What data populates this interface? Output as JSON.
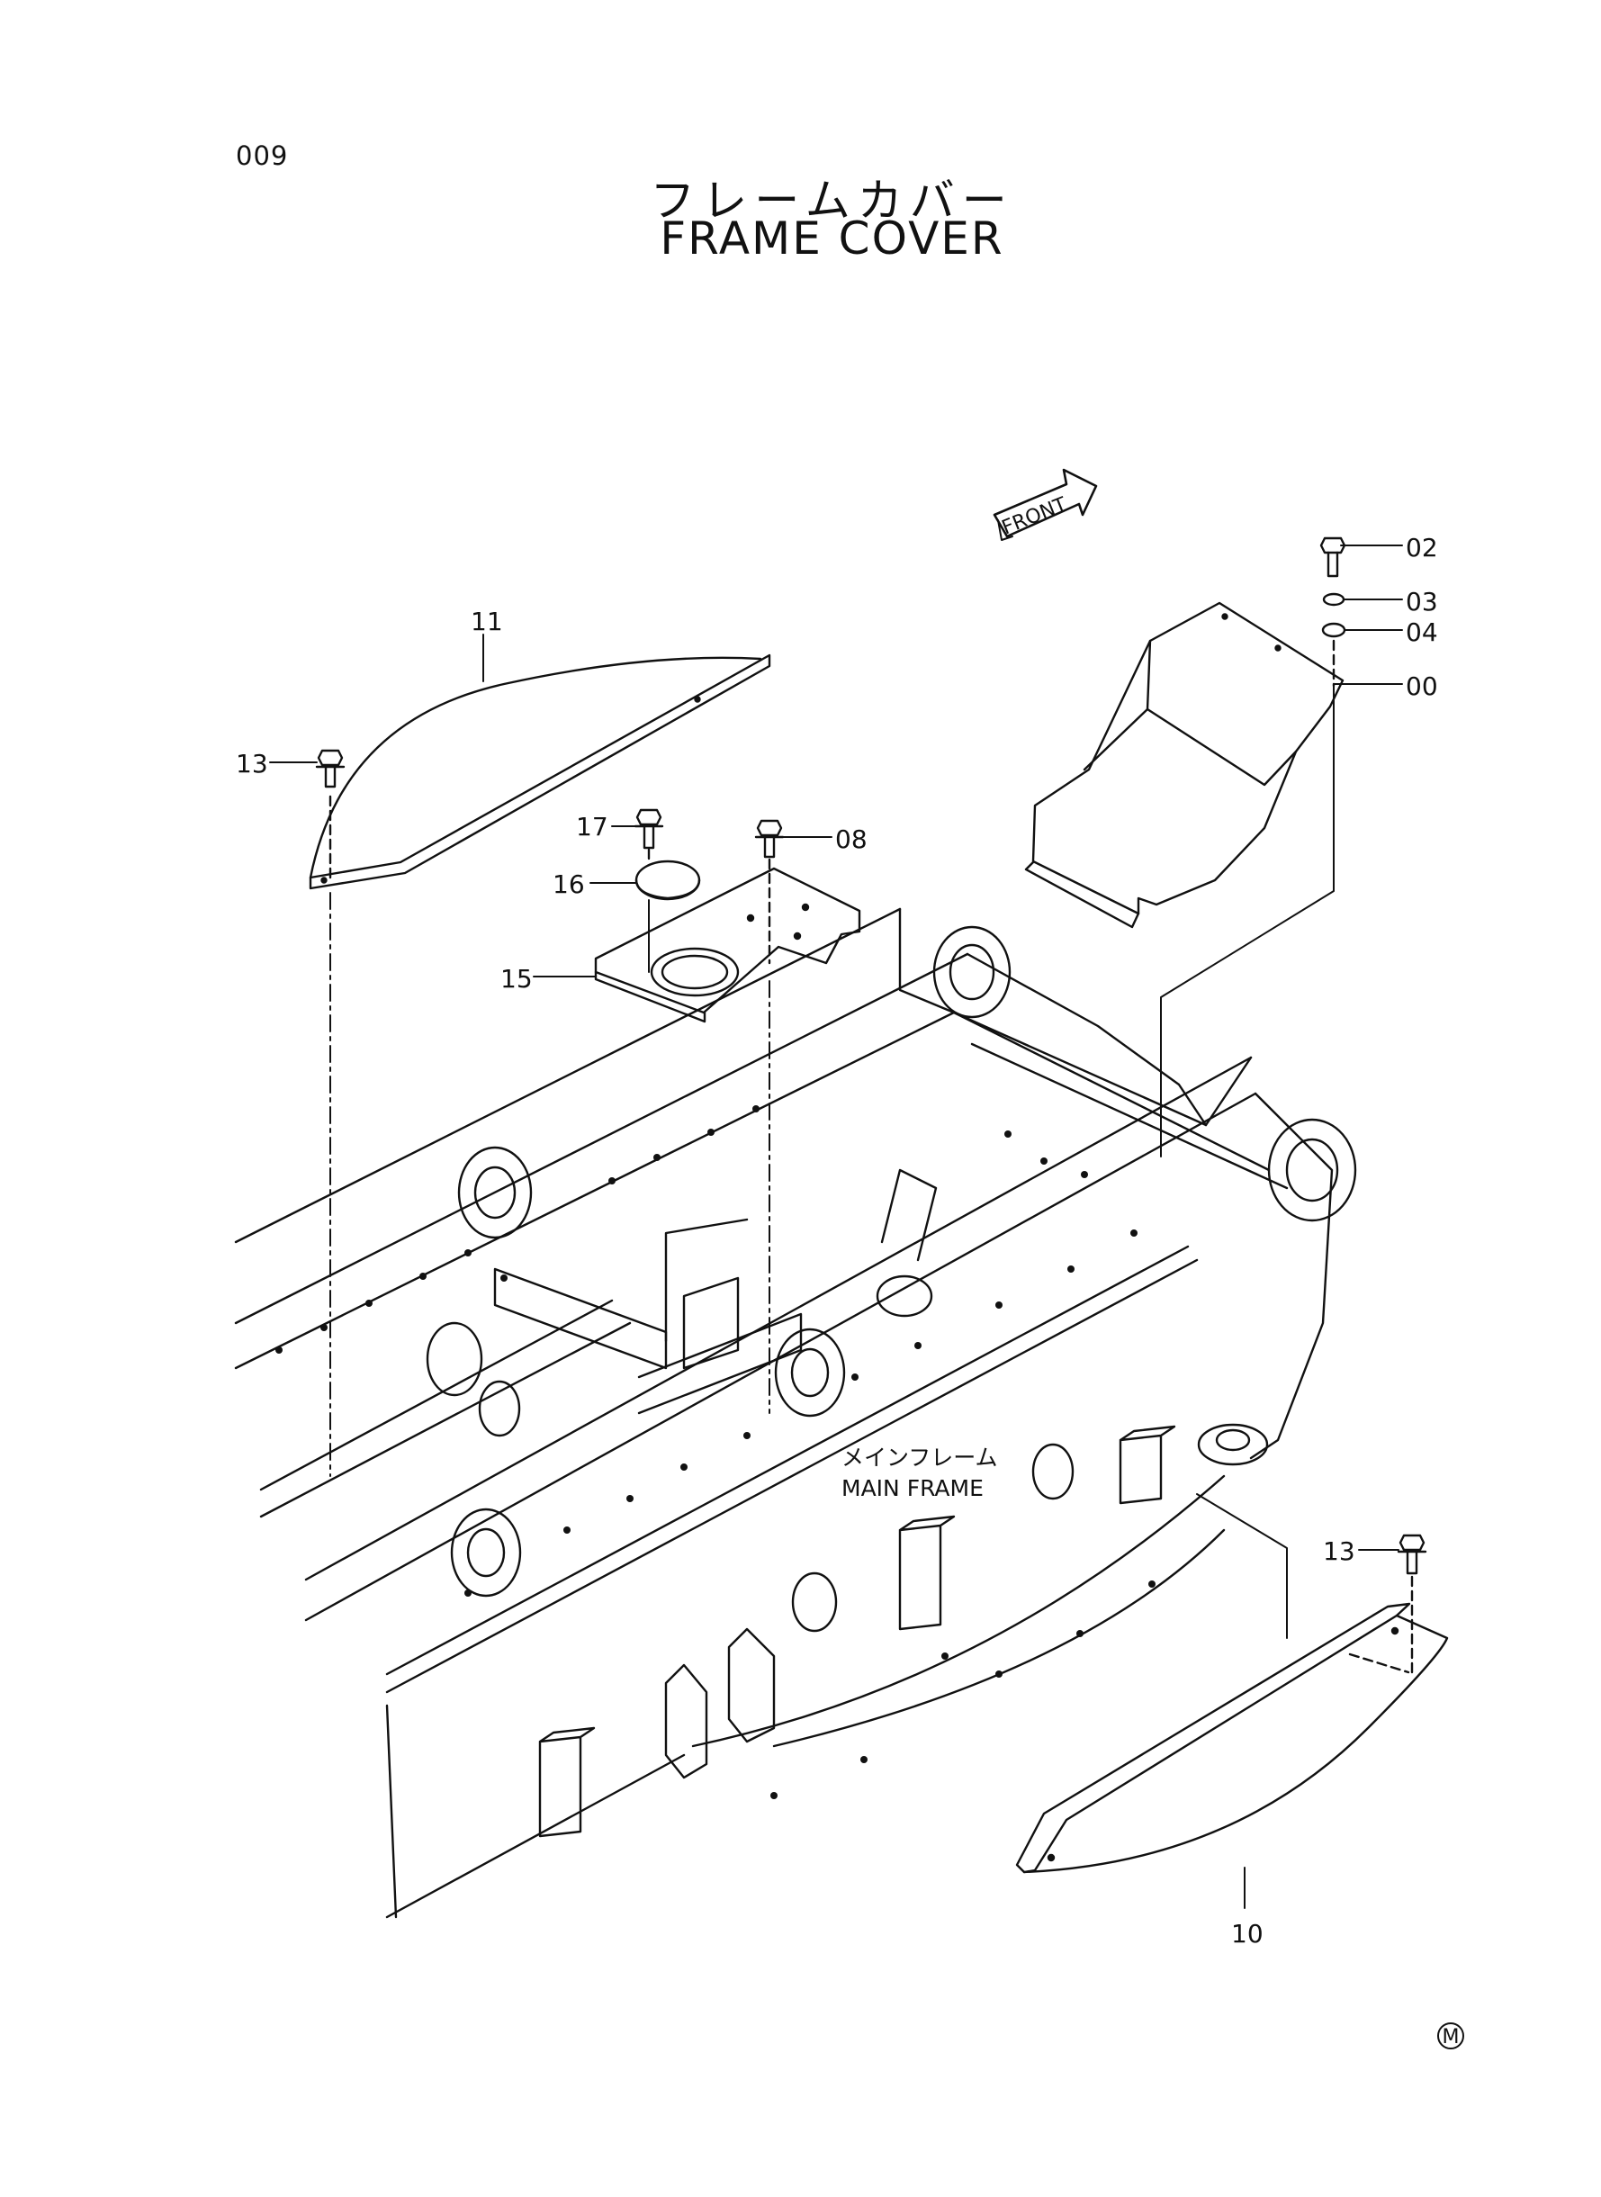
{
  "page": {
    "number": "009"
  },
  "title": {
    "japanese": "フレームカバー",
    "english": "FRAME COVER"
  },
  "direction_arrow": {
    "label": "FRONT"
  },
  "main_frame_label": {
    "japanese": "メインフレーム",
    "english": "MAIN FRAME"
  },
  "callouts": {
    "c02": "02",
    "c03": "03",
    "c04": "04",
    "c00": "00",
    "c11": "11",
    "c13_left": "13",
    "c17": "17",
    "c08": "08",
    "c16": "16",
    "c15": "15",
    "c13_right": "13",
    "c10": "10"
  },
  "corner_mark": "M",
  "colors": {
    "ink": "#111111",
    "paper": "#ffffff"
  }
}
